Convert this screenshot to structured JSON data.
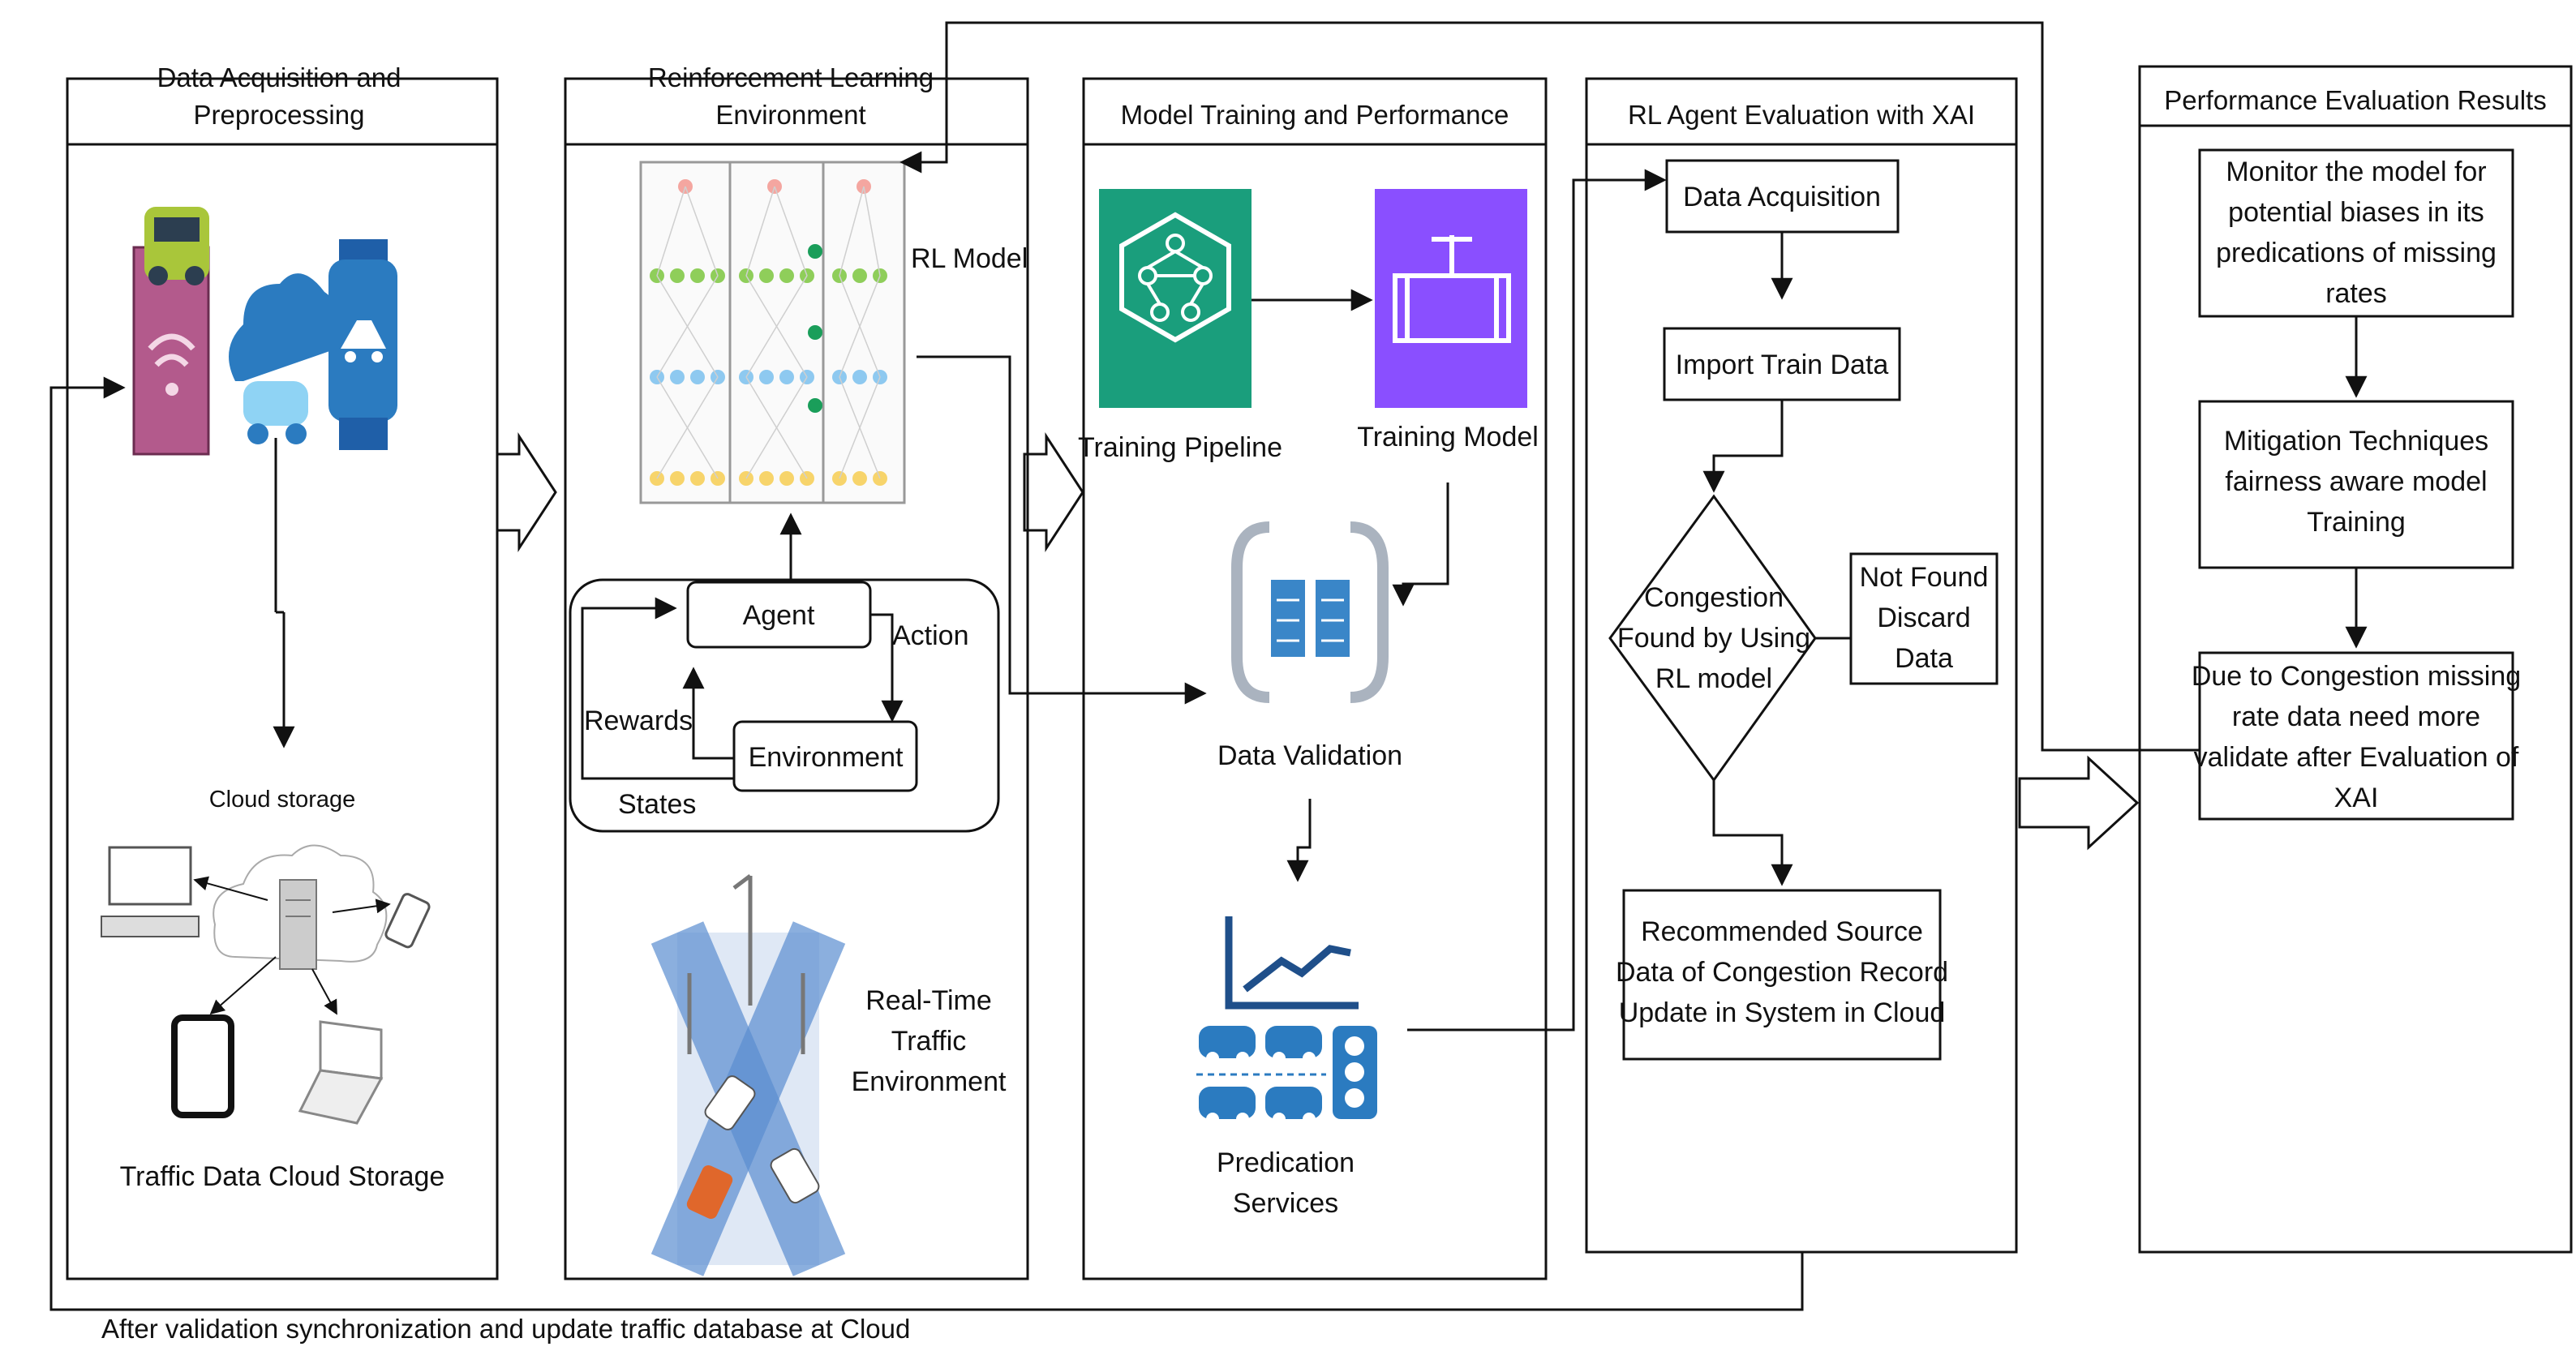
{
  "panels": {
    "acquisition": {
      "title_line1": "Data Acquisition and",
      "title_line2": "Preprocessing"
    },
    "rl_env": {
      "title_line1": "Reinforcement Learning",
      "title_line2": "Environment"
    },
    "training": {
      "title": "Model Training and Performance"
    },
    "xai": {
      "title": "RL Agent Evaluation with XAI"
    },
    "results": {
      "title": "Performance Evaluation Results"
    }
  },
  "acquisition": {
    "cloud_storage": "Cloud storage",
    "traffic_storage": "Traffic Data Cloud Storage"
  },
  "rl_env": {
    "rl_model": "RL Model",
    "agent": "Agent",
    "action": "Action",
    "rewards": "Rewards",
    "environment": "Environment",
    "states": "States",
    "realtime_line1": "Real-Time",
    "realtime_line2": "Traffic",
    "realtime_line3": "Environment"
  },
  "training": {
    "pipeline": "Training Pipeline",
    "model": "Training Model",
    "validation": "Data Validation",
    "services_line1": "Predication",
    "services_line2": "Services"
  },
  "xai": {
    "data_acquisition": "Data Acquisition",
    "import_train": "Import Train Data",
    "decision_line1": "Congestion",
    "decision_line2": "Found by Using",
    "decision_line3": "RL model",
    "notfound_line1": "Not Found",
    "notfound_line2": "Discard",
    "notfound_line3": "Data",
    "rec_line1": "Recommended Source",
    "rec_line2": "Data of Congestion Record",
    "rec_line3": "Update in System in Cloud"
  },
  "results": {
    "box1_line1": "Monitor the model for",
    "box1_line2": "potential biases in its",
    "box1_line3": "predications of missing",
    "box1_line4": "rates",
    "box2_line1": "Mitigation Techniques",
    "box2_line2": "fairness aware model",
    "box2_line3": "Training",
    "box3_line1": "Due to Congestion missing",
    "box3_line2": "rate data need more",
    "box3_line3": "validate after Evaluation of",
    "box3_line4": "XAI"
  },
  "footer": {
    "feedback": "After validation synchronization and update traffic database at Cloud"
  },
  "colors": {
    "pipeline_green": "#1a9e7c",
    "model_purple": "#8a4fff",
    "server_blue": "#3a86c8",
    "car_blue": "#2b7bc0",
    "accent_pink": "#b35a8c",
    "stroke": "#111111"
  },
  "icons": [
    "car-wifi-icon",
    "cloud-car-icon",
    "chip-car-icon",
    "server-icon",
    "laptop-icon",
    "phone-icon",
    "tablet-icon",
    "neural-network-icon",
    "intersection-icon",
    "pipeline-icon",
    "pipe-icon",
    "database-icon",
    "trend-chart-icon",
    "cars-icon",
    "traffic-light-icon"
  ]
}
